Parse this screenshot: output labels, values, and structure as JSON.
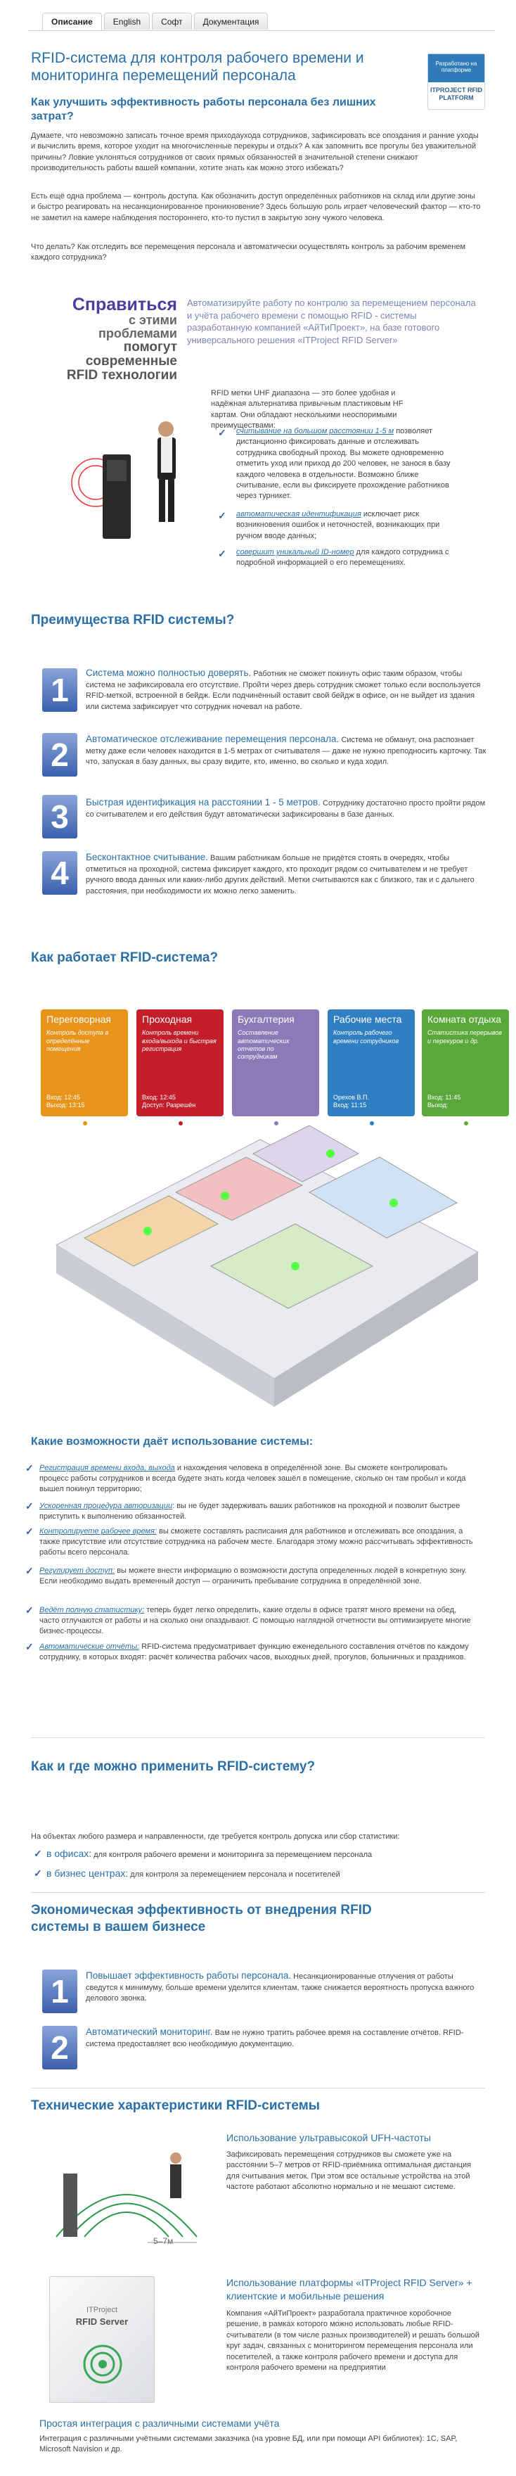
{
  "tabs": [
    {
      "label": "Описание"
    },
    {
      "label": "English"
    },
    {
      "label": "Софт"
    },
    {
      "label": "Документация"
    }
  ],
  "header": {
    "title": "RFID-система для контроля рабочего времени и мониторинга перемещений персонала",
    "badge_top": "Разработано на платформе",
    "badge_bottom": "ITPROJECT RFID PLATFORM"
  },
  "intro": {
    "heading": "Как улучшить эффективность работы персонала без лишних затрат?",
    "p1": "Думаете, что невозможно записать точное время приходаухода сотрудников, зафиксировать все опоздания и ранние уходы и вычислить время, которое уходит на многочисленные перекуры и отдых? А как запомнить все прогулы без уважительной причины? Ловкие уклоняться сотрудников от своих прямых обязанностей в значительной степени снижают производительность работы вашей компании, хотите знать как можно этого избежать?",
    "p2": "Есть ещё одна проблема — контроль доступа. Как обозначить доступ определённых работников на склад или другие зоны и быстро реагировать на несанкционированное проникновение? Здесь большую роль играет человеческий фактор — кто-то не заметил на камере наблюдения постороннего, кто-то пустил в закрытую зону чужого человека.",
    "p3": "Что делать? Как отследить все перемещения персонала и автоматически осуществлять контроль за рабочим временем каждого сотрудника?"
  },
  "solution": {
    "slogan1": "Справиться",
    "slogan2": "с этими проблемами",
    "slogan3": "помогут современные",
    "slogan4": "RFID технологии",
    "lead": "Автоматизируйте работу по контролю за перемещением персонала и учёта рабочего времени с помощью RFID - системы разработанную компанией «АйТиПроект», на базе готового универсального решения «ITProject RFID Server»",
    "desc": "RFID метки UHF диапазона — это более удобная и надёжная альтернатива привычным пластиковым HF картам. Они обладают несколькими неоспоримыми преимуществами:",
    "items": [
      {
        "title": "считывание на большом расстоянии 1-5 м",
        "text": " позволяет дистанционно фиксировать данные и отслеживать сотрудника свободный проход. Вы можете одновременно отметить уход или приход до 200 человек, не занося в базу каждого человека в отдельности. Возможно ближе считывание, если вы фиксируете прохождение работников через турникет."
      },
      {
        "title": "автоматическая идентификация",
        "text": " исключает риск возникновения ошибок и неточностей, возникающих при ручном вводе данных;"
      },
      {
        "title": "совершит уникальный ID-номер",
        "text": " для каждого сотрудника с подробной информацией о его перемещениях."
      }
    ]
  },
  "advantages": {
    "heading": "Преимущества RFID системы?",
    "items": [
      {
        "num": "1",
        "title": "Система можно полностью доверять.",
        "text": " Работник не сможет покинуть офис таким образом, чтобы система не зафиксировала его отсутствие. Пройти через дверь сотрудник сможет только если воспользуется RFID-меткой, встроенной в бейдж. Если подчинённый оставит свой бейдж в офисе, он не выйдет из здания или система зафиксирует что сотрудник ночевал на работе."
      },
      {
        "num": "2",
        "title": "Автоматическое отслеживание перемещения персонала.",
        "text": " Система не обманут, она распознает метку даже если человек находится в 1-5 метрах от считывателя — даже не нужно преподносить карточку. Так что, запуская в базу данных, вы сразу видите, кто, именно, во сколько и куда ходил."
      },
      {
        "num": "3",
        "title": "Быстрая идентификация на расстоянии 1 - 5 метров.",
        "text": " Сотруднику достаточно просто пройти рядом со считывателем и его действия будут автоматически зафиксированы в базе данных."
      },
      {
        "num": "4",
        "title": "Бесконтактное считывание.",
        "text": " Вашим работникам больше не придётся стоять в очередях, чтобы отметиться на проходной, система фиксирует каждого, кто проходит рядом со считывателем и не требует ручного ввода данных или каких-либо других действий. Метки считываются как с близкого, так и с дальнего расстояния, при необходимости их можно легко заменить."
      }
    ]
  },
  "howworks": {
    "heading": "Как работает RFID-система?",
    "rooms": [
      {
        "title": "Переговорная",
        "sub": "Контроль доступа в определённые помещения",
        "bottom": "Вход: 12:45\nВыход: 13:15",
        "color": "#e8941a"
      },
      {
        "title": "Проходная",
        "sub": "Контроль времени входа/выхода и быстрая регистрация",
        "bottom": "Вход: 12:45\nДоступ: Разрешён",
        "color": "#c41e2a"
      },
      {
        "title": "Бухгалтерия",
        "sub": "Составление автоматических отчетов по сотрудникам",
        "bottom": "",
        "color": "#8c7ab8"
      },
      {
        "title": "Рабочие места",
        "sub": "Контроль рабочего времени сотрудников",
        "bottom": "Орехов В.П.\nВход: 11:15",
        "color": "#2f7fc2"
      },
      {
        "title": "Комната отдыха",
        "sub": "Статистика перерывов и перекуров и др.",
        "bottom": "Вход: 11:45\nВыход:",
        "color": "#5aa839"
      }
    ]
  },
  "possibilities": {
    "heading": "Какие возможности даёт использование системы:",
    "items": [
      {
        "title": "Регистрация времени входа, выхода",
        "text": " и нахождения человека в определённой зоне. Вы сможете контролировать процесс работы сотрудников и всегда будете знать когда человек зашёл в помещение, сколько он там пробыл и когда вышел покинул территорию;"
      },
      {
        "title": "Ускоренная процедура авторизации",
        "text": ": вы не будет задерживать ваших работников на проходной и позволит быстрее приступить к выполнению обязанностей."
      },
      {
        "title": "Контролируете рабочее время:",
        "text": " вы сможете составлять расписания для работников и отслеживать все опоздания, а также присутствие или отсутствие сотрудника на рабочем месте. Благодаря этому можно рассчитывать эффективность работы всего персонала."
      },
      {
        "title": "Регулирует доступ:",
        "text": " вы можете внести информацию о возможности доступа определенных людей в конкретную зону. Если необходимо выдать временный доступ — ограничить пребывание сотрудника в определённой зоне."
      },
      {
        "title": "Ведёт полную статистику:",
        "text": " теперь будет легко определить, какие отделы в офисе тратят много времени на обед, часто отлучаются от работы и на сколько они опаздывают. С помощью наглядной отчетности вы оптимизируете многие бизнес-процессы."
      },
      {
        "title": "Автоматические отчёты:",
        "text": " RFID-система предусматривает функцию еженедельного составления отчётов по каждому сотруднику, в которых входят: расчёт количества рабочих часов, выходных дней, прогулов, больничных и праздников."
      }
    ]
  },
  "where": {
    "heading": "Как и где можно применить RFID-систему?",
    "lead": "На объектах любого размера и направленности, где требуется контроль допуска или сбор статистики:",
    "items": [
      {
        "title": "в офисах:",
        "text": " для контроля рабочего времени и мониторинга за перемещением персонала"
      },
      {
        "title": "в бизнес центрах:",
        "text": " для контроля за перемещением персонала и посетителей"
      }
    ]
  },
  "economy": {
    "heading": "Экономическая эффективность от внедрения RFID системы в вашем бизнесе",
    "items": [
      {
        "num": "1",
        "title": "Повышает эффективность работы персонала.",
        "text": " Несанкционированные отлучения от работы сведутся к минимуму, больше времени уделится клиентам, также снижается вероятность пропуска важного делового звонка."
      },
      {
        "num": "2",
        "title": "Автоматический мониторинг.",
        "text": " Вам не нужно тратить рабочее время на составление отчётов. RFID-система предоставляет всю необходимую документацию."
      }
    ]
  },
  "tech": {
    "heading": "Технические характеристики RFID-системы",
    "b1_title": "Использование ультравысокой UFH-частоты",
    "b1_text": "Зафиксировать перемещения сотрудников вы сможете уже на расстоянии 5–7 метров от RFID-приёмника оптимальная дистанция для считывания меток. При этом все остальные устройства на этой частоте работают абсолютно нормально и не мешают системе.",
    "b1_dist": "5–7м",
    "b2_title": "Использование платформы «ITProject RFID Server» + клиентские и мобильные решения",
    "b2_text": "Компания «АйТиПроект» разработала практичное коробочное решение, в рамках которого можно использовать любые RFID-считыватели (в том числе разных производителей) и решать большой круг задач, связанных с мониторингом перемещения персонала или посетителей, а также контроля рабочего времени и доступа для контроля рабочего времени на предприятии",
    "box_brand": "ITProject",
    "box_name": "RFID Server",
    "b3_title": "Простая интеграция с различными системами учёта",
    "b3_text": "Интеграция с различными учётными системами заказчика (на уровне БД, или при помощи API библиотек): 1С, SAP, Microsoft Navision и др."
  },
  "colors": {
    "accent": "#2a6fa8",
    "purple": "#4a3fa0"
  }
}
